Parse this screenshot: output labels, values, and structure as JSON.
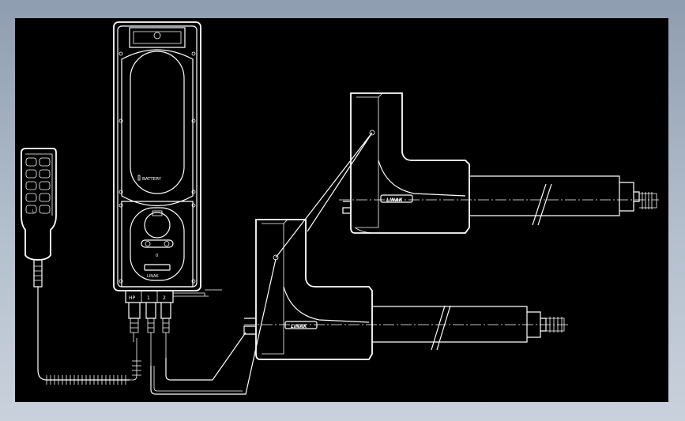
{
  "drawing": {
    "background_color": "#000000",
    "line_color": "#ffffff",
    "control_box": {
      "battery_label": "BATTERY",
      "brand_label": "LINAK",
      "port_labels": [
        "HP",
        "1",
        "2"
      ],
      "led_label": "0"
    },
    "actuators": {
      "upper_brand": "LINAK",
      "lower_brand": "LINAK"
    }
  }
}
